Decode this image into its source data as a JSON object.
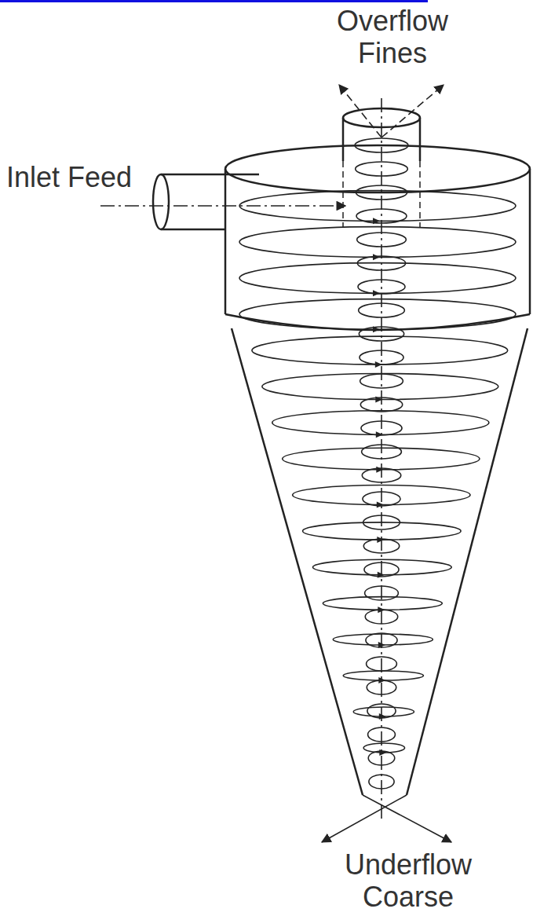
{
  "diagram": {
    "labels": [
      "Inlet Feed",
      "Overflow Fines",
      "Underflow Coarse"
    ]
  }
}
